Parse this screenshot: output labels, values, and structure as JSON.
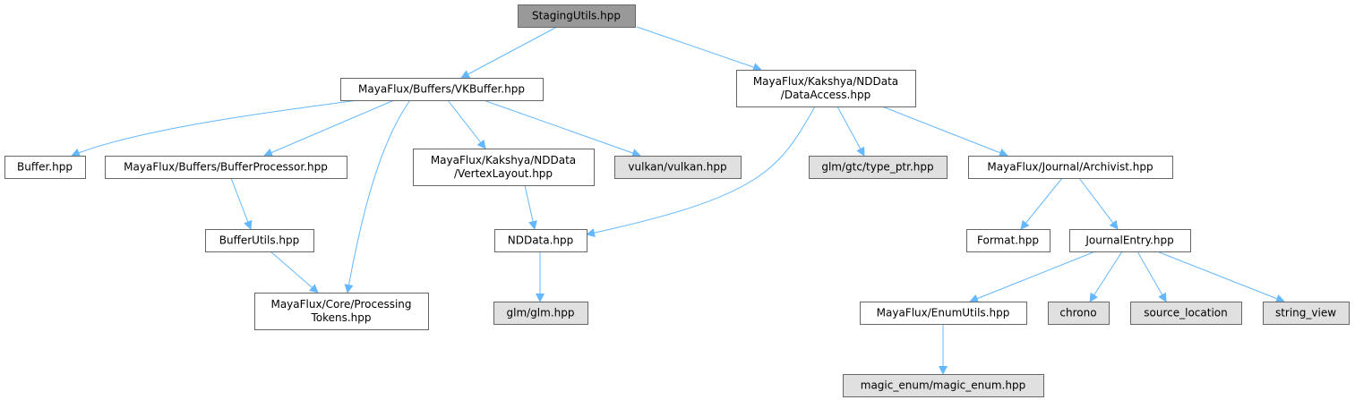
{
  "colors": {
    "root_fill": "#999999",
    "node_fill": "#ffffff",
    "system_fill": "#e0e0e0",
    "edge": "#63b8ff",
    "border": "#666666"
  },
  "nodes": [
    {
      "id": "staging",
      "lines": [
        "StagingUtils.hpp"
      ],
      "kind": "root"
    },
    {
      "id": "vkbuffer",
      "lines": [
        "MayaFlux/Buffers/VKBuffer.hpp"
      ],
      "kind": "node"
    },
    {
      "id": "dataaccess",
      "lines": [
        "MayaFlux/Kakshya/NDData",
        "/DataAccess.hpp"
      ],
      "kind": "node"
    },
    {
      "id": "buffer",
      "lines": [
        "Buffer.hpp"
      ],
      "kind": "node"
    },
    {
      "id": "bufferprocessor",
      "lines": [
        "MayaFlux/Buffers/BufferProcessor.hpp"
      ],
      "kind": "node"
    },
    {
      "id": "vertexlayout",
      "lines": [
        "MayaFlux/Kakshya/NDData",
        "/VertexLayout.hpp"
      ],
      "kind": "node"
    },
    {
      "id": "vulkan",
      "lines": [
        "vulkan/vulkan.hpp"
      ],
      "kind": "system"
    },
    {
      "id": "typeptr",
      "lines": [
        "glm/gtc/type_ptr.hpp"
      ],
      "kind": "system"
    },
    {
      "id": "archivist",
      "lines": [
        "MayaFlux/Journal/Archivist.hpp"
      ],
      "kind": "node"
    },
    {
      "id": "bufferutils",
      "lines": [
        "BufferUtils.hpp"
      ],
      "kind": "node"
    },
    {
      "id": "nddata",
      "lines": [
        "NDData.hpp"
      ],
      "kind": "node"
    },
    {
      "id": "format",
      "lines": [
        "Format.hpp"
      ],
      "kind": "node"
    },
    {
      "id": "journalentry",
      "lines": [
        "JournalEntry.hpp"
      ],
      "kind": "node"
    },
    {
      "id": "tokens",
      "lines": [
        "MayaFlux/Core/Processing",
        "Tokens.hpp"
      ],
      "kind": "node"
    },
    {
      "id": "glm",
      "lines": [
        "glm/glm.hpp"
      ],
      "kind": "system"
    },
    {
      "id": "enumutils",
      "lines": [
        "MayaFlux/EnumUtils.hpp"
      ],
      "kind": "node"
    },
    {
      "id": "chrono",
      "lines": [
        "chrono"
      ],
      "kind": "system"
    },
    {
      "id": "sourceloc",
      "lines": [
        "source_location"
      ],
      "kind": "system"
    },
    {
      "id": "stringview",
      "lines": [
        "string_view"
      ],
      "kind": "system"
    },
    {
      "id": "magicenum",
      "lines": [
        "magic_enum/magic_enum.hpp"
      ],
      "kind": "system"
    }
  ],
  "edges": [
    [
      "staging",
      "vkbuffer"
    ],
    [
      "staging",
      "dataaccess"
    ],
    [
      "vkbuffer",
      "buffer"
    ],
    [
      "vkbuffer",
      "bufferprocessor"
    ],
    [
      "vkbuffer",
      "tokens"
    ],
    [
      "vkbuffer",
      "vertexlayout"
    ],
    [
      "vkbuffer",
      "vulkan"
    ],
    [
      "dataaccess",
      "nddata"
    ],
    [
      "dataaccess",
      "typeptr"
    ],
    [
      "dataaccess",
      "archivist"
    ],
    [
      "bufferprocessor",
      "bufferutils"
    ],
    [
      "bufferutils",
      "tokens"
    ],
    [
      "vertexlayout",
      "nddata"
    ],
    [
      "nddata",
      "glm"
    ],
    [
      "archivist",
      "format"
    ],
    [
      "archivist",
      "journalentry"
    ],
    [
      "journalentry",
      "enumutils"
    ],
    [
      "journalentry",
      "chrono"
    ],
    [
      "journalentry",
      "sourceloc"
    ],
    [
      "journalentry",
      "stringview"
    ],
    [
      "enumutils",
      "magicenum"
    ]
  ]
}
